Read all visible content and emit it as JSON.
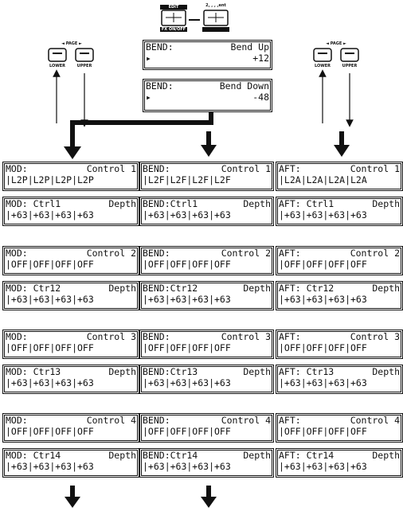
{
  "top": {
    "edit_key": "EDIT",
    "fx_onoff_key": "FX ON/OFF",
    "right_key_label": "2, , , ,ent"
  },
  "left_page_keys": {
    "page_label": "PAGE",
    "lower": "LOWER",
    "upper": "UPPER"
  },
  "right_page_keys": {
    "page_label": "PAGE",
    "lower": "LOWER",
    "upper": "UPPER"
  },
  "bend_up_screen": {
    "param": "BEND:",
    "name": "Bend Up",
    "value": "+12"
  },
  "bend_down_screen": {
    "param": "BEND:",
    "name": "Bend Down",
    "value": "-48"
  },
  "columns": [
    {
      "screens": [
        {
          "l1a": "MOD:",
          "l1b": "Control 1",
          "l2": "|L2P|L2P|L2P|L2P"
        },
        {
          "l1a": "MOD: Ctrl1",
          "l1b": "Depth",
          "l2": "|+63|+63|+63|+63"
        },
        {
          "l1a": "MOD:",
          "l1b": "Control 2",
          "l2": "|OFF|OFF|OFF|OFF"
        },
        {
          "l1a": "MOD: Ctr12",
          "l1b": "Depth",
          "l2": "|+63|+63|+63|+63"
        },
        {
          "l1a": "MOD:",
          "l1b": "Control 3",
          "l2": "|OFF|OFF|OFF|OFF"
        },
        {
          "l1a": "MOD: Ctr13",
          "l1b": "Depth",
          "l2": "|+63|+63|+63|+63"
        },
        {
          "l1a": "MOD:",
          "l1b": "Control 4",
          "l2": "|OFF|OFF|OFF|OFF"
        },
        {
          "l1a": "MOD: Ctr14",
          "l1b": "Depth",
          "l2": "|+63|+63|+63|+63"
        }
      ]
    },
    {
      "screens": [
        {
          "l1a": "BEND:",
          "l1b": "Control 1",
          "l2": "|L2F|L2F|L2F|L2F"
        },
        {
          "l1a": "BEND:Ctrl1",
          "l1b": "Depth",
          "l2": "|+63|+63|+63|+63"
        },
        {
          "l1a": "BEND:",
          "l1b": "Control 2",
          "l2": "|OFF|OFF|OFF|OFF"
        },
        {
          "l1a": "BEND:Ctr12",
          "l1b": "Depth",
          "l2": "|+63|+63|+63|+63"
        },
        {
          "l1a": "BEND:",
          "l1b": "Control 3",
          "l2": "|OFF|OFF|OFF|OFF"
        },
        {
          "l1a": "BEND:Ctr13",
          "l1b": "Depth",
          "l2": "|+63|+63|+63|+63"
        },
        {
          "l1a": "BEND:",
          "l1b": "Control 4",
          "l2": "|OFF|OFF|OFF|OFF"
        },
        {
          "l1a": "BEND:Ctr14",
          "l1b": "Depth",
          "l2": "|+63|+63|+63|+63"
        }
      ]
    },
    {
      "screens": [
        {
          "l1a": "AFT:",
          "l1b": "Control 1",
          "l2": "|L2A|L2A|L2A|L2A"
        },
        {
          "l1a": "AFT: Ctrl1",
          "l1b": "Depth",
          "l2": "|+63|+63|+63|+63"
        },
        {
          "l1a": "AFT:",
          "l1b": "Control 2",
          "l2": "|OFF|OFF|OFF|OFF"
        },
        {
          "l1a": "AFT: Ctr12",
          "l1b": "Depth",
          "l2": "|+63|+63|+63|+63"
        },
        {
          "l1a": "AFT:",
          "l1b": "Control 3",
          "l2": "|OFF|OFF|OFF|OFF"
        },
        {
          "l1a": "AFT: Ctr13",
          "l1b": "Depth",
          "l2": "|+63|+63|+63|+63"
        },
        {
          "l1a": "AFT:",
          "l1b": "Control 4",
          "l2": "|OFF|OFF|OFF|OFF"
        },
        {
          "l1a": "AFT: Ctr14",
          "l1b": "Depth",
          "l2": "|+63|+63|+63|+63"
        }
      ]
    }
  ]
}
